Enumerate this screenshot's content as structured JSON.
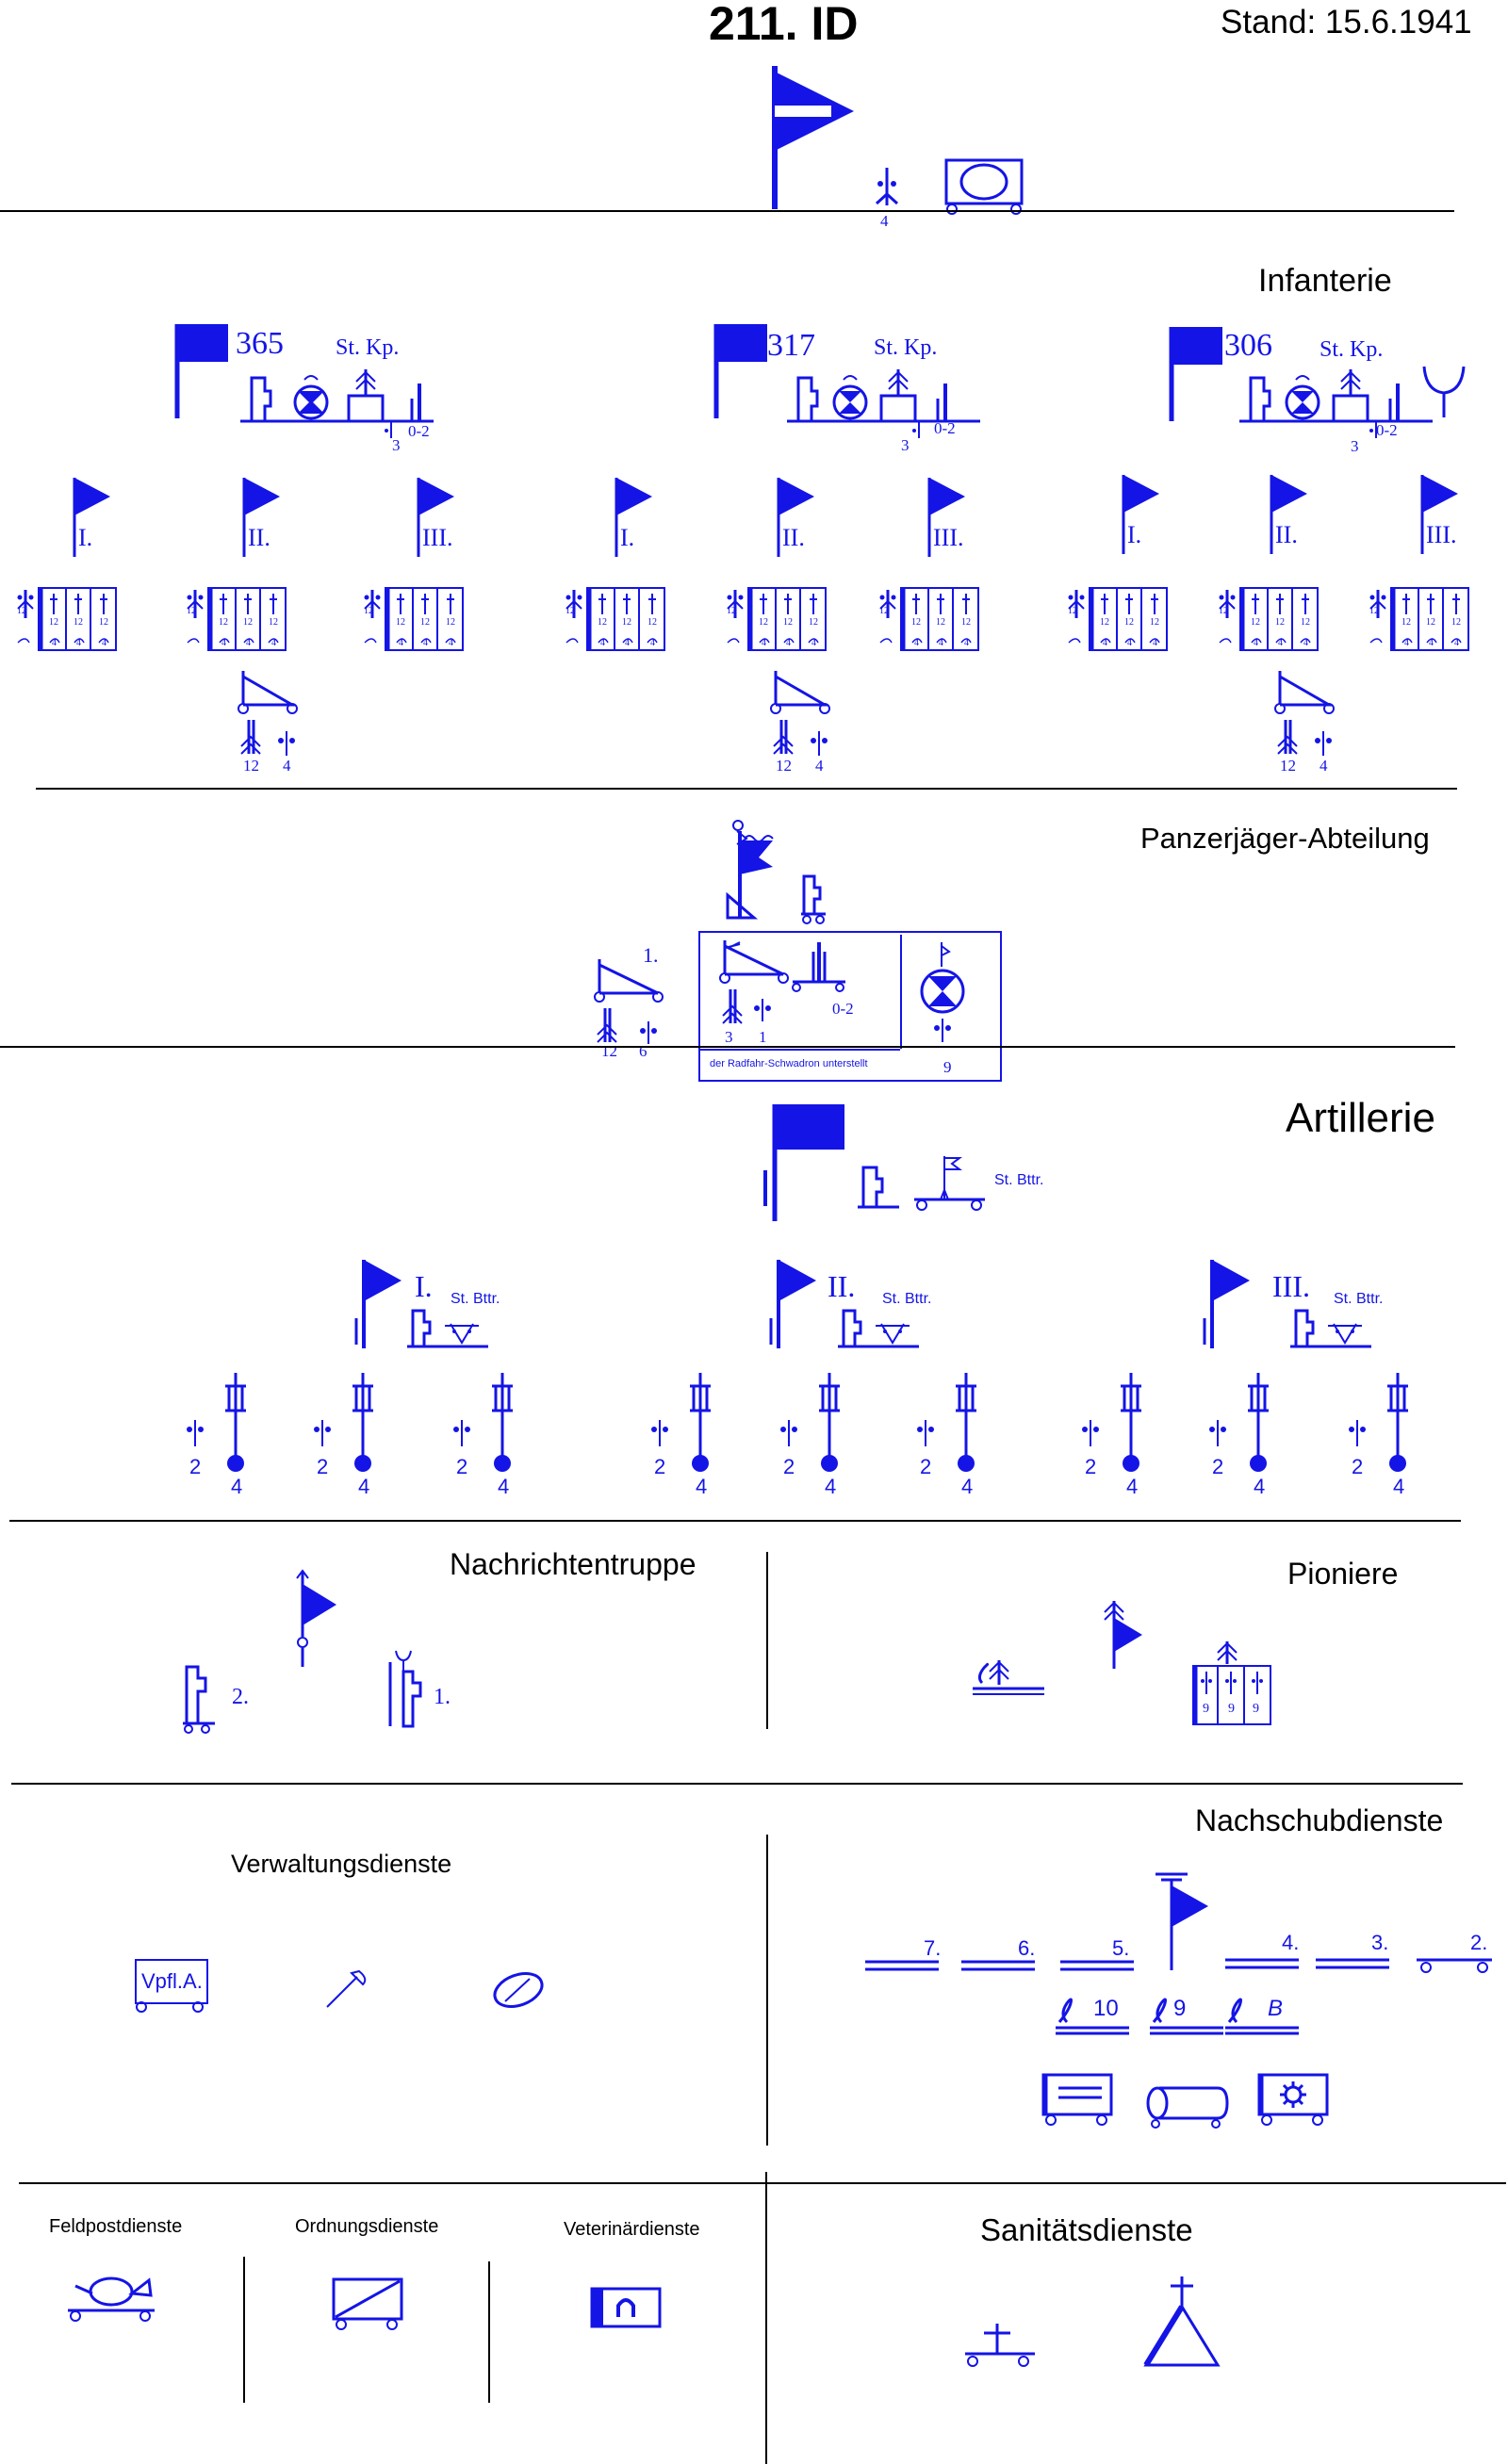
{
  "header": {
    "title": "211. ID",
    "stand": "Stand: 15.6.1941"
  },
  "division_hq": {
    "label_4": "4"
  },
  "sections": {
    "infanterie": "Infanterie",
    "panzerjaeger": "Panzerjäger-Abteilung",
    "artillerie": "Artillerie",
    "nachrichten": "Nachrichtentruppe",
    "pioniere": "Pioniere",
    "verwaltung": "Verwaltungsdienste",
    "nachschub": "Nachschubdienste",
    "feldpost": "Feldpostdienste",
    "ordnung": "Ordnungsdienste",
    "veterinaer": "Veterinärdienste",
    "sanitaet": "Sanitätsdienste"
  },
  "infantry": {
    "regiments": [
      {
        "number": "365",
        "stkp": "St. Kp.",
        "sub3": "3",
        "sub02": "0-2"
      },
      {
        "number": "317",
        "stkp": "St. Kp.",
        "sub3": "3",
        "sub02": "0-2"
      },
      {
        "number": "306",
        "stkp": "St. Kp.",
        "sub3": "3",
        "sub02": "0-2"
      }
    ],
    "battalions": [
      "I.",
      "II.",
      "III."
    ],
    "company_num": "12",
    "company_sub": "4",
    "atk_labels": [
      "12",
      "4"
    ]
  },
  "panzerjaeger": {
    "company_label": "1.",
    "left_nums": [
      "12",
      "6"
    ],
    "box_nums": [
      "3",
      "1"
    ],
    "box_02": "0-2",
    "box_note": "der Radfahr-Schwadron unterstellt",
    "box_9": "9"
  },
  "artillery": {
    "stbttr": "St. Bttr.",
    "battalions": [
      "I.",
      "II.",
      "III."
    ],
    "gun_nums": [
      "2",
      "4"
    ]
  },
  "signals": {
    "companies": [
      "2.",
      "1."
    ]
  },
  "engineers": {
    "col_num": "9"
  },
  "admin": {
    "vpfl": "Vpfl.A."
  },
  "supply": {
    "columns": [
      "7.",
      "6.",
      "5.",
      "4.",
      "3.",
      "2."
    ],
    "light": [
      "10",
      "9",
      "B"
    ]
  }
}
